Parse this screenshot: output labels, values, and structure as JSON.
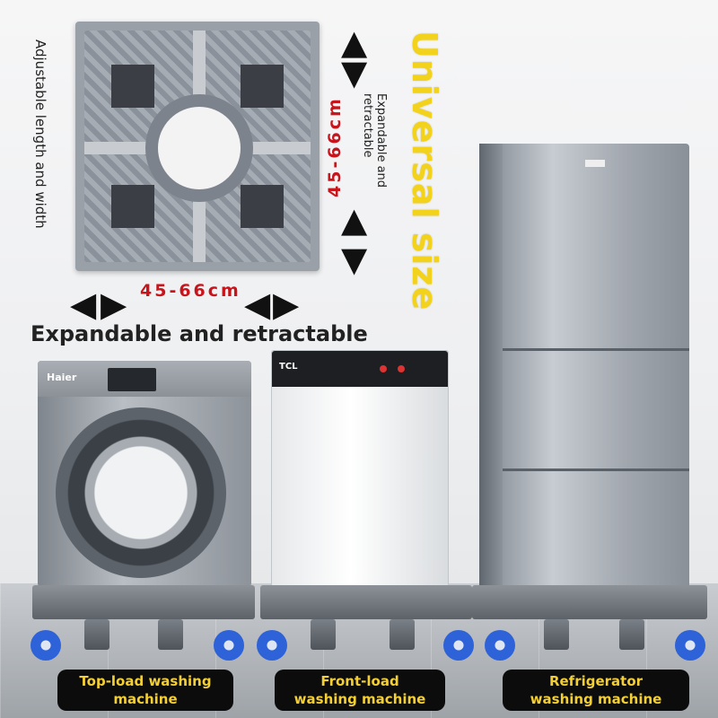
{
  "top_texts": {
    "adjustable": "Adjustable length and width",
    "dimension_vertical": "45-66cm",
    "dimension_horizontal": "45-66cm",
    "expandable_vertical": "Expandable and retractable",
    "universal": "Universal size",
    "expandable_title": "Expandable and retractable"
  },
  "products": {
    "washer_brand": "Haier",
    "toploader_brand": "TCL"
  },
  "captions": [
    {
      "line1": "Top-load washing",
      "line2": "machine"
    },
    {
      "line1": "Front-load",
      "line2": "washing machine"
    },
    {
      "line1": "Refrigerator",
      "line2": "washing machine"
    }
  ],
  "colors": {
    "dimension_red": "#c8141b",
    "universal_yellow": "#f2d21b",
    "caption_text": "#f3cf34",
    "caption_bg": "#0c0c0c",
    "wheel_blue": "#2d62d8"
  },
  "icons": [
    "arrow-up-icon",
    "arrow-down-icon",
    "arrow-left-icon",
    "arrow-right-icon"
  ]
}
